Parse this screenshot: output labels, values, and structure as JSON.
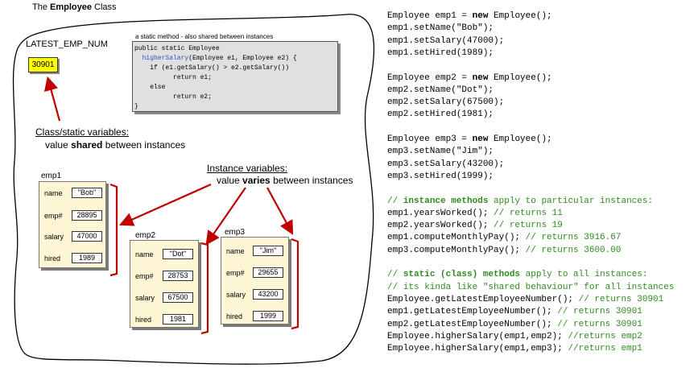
{
  "title": {
    "prefix": "The ",
    "bold": "Employee",
    "suffix": " Class"
  },
  "static_var": {
    "name": "LATEST_EMP_NUM",
    "value": "30901"
  },
  "static_method": {
    "caption": "a static method - also shared between instances",
    "code": [
      {
        "text": "public static Employee",
        "color": "#000000"
      },
      {
        "text": "  higherSalary",
        "rest": "(Employee e1, Employee e2) {",
        "color": "#3050c0"
      },
      {
        "text": "    if (e1.getSalary() > e2.getSalary())",
        "color": "#000000"
      },
      {
        "text": "          return e1;",
        "color": "#000000"
      },
      {
        "text": "    else",
        "color": "#000000"
      },
      {
        "text": "          return e2;",
        "color": "#000000"
      },
      {
        "text": "}",
        "color": "#000000"
      }
    ]
  },
  "class_vars_note": {
    "heading": "Class/static variables:",
    "pre": "value ",
    "bold": "shared",
    "post": " between instances"
  },
  "instance_vars_note": {
    "heading": "Instance variables:",
    "pre": "value ",
    "bold": "varies",
    "post": " between instances"
  },
  "objects": [
    {
      "name": "emp1",
      "fields": [
        {
          "label": "name",
          "value": "\"Bob\""
        },
        {
          "label": "emp#",
          "value": "28895"
        },
        {
          "label": "salary",
          "value": "47000"
        },
        {
          "label": "hired",
          "value": "1989"
        }
      ]
    },
    {
      "name": "emp2",
      "fields": [
        {
          "label": "name",
          "value": "\"Dot\""
        },
        {
          "label": "emp#",
          "value": "28753"
        },
        {
          "label": "salary",
          "value": "67500"
        },
        {
          "label": "hired",
          "value": "1981"
        }
      ]
    },
    {
      "name": "emp3",
      "fields": [
        {
          "label": "name",
          "value": "\"Jim\""
        },
        {
          "label": "emp#",
          "value": "29655"
        },
        {
          "label": "salary",
          "value": "43200"
        },
        {
          "label": "hired",
          "value": "1999"
        }
      ]
    }
  ],
  "colors": {
    "static_box": "#ffff00",
    "arrow": "#c00000",
    "object_bg": "#fff6d6",
    "method_box": "#e0e0e0",
    "comment": "#2e8b1e"
  },
  "code_lines": [
    [
      {
        "t": "Employee emp1 = "
      },
      {
        "t": "new",
        "c": "kw"
      },
      {
        "t": " Employee();"
      }
    ],
    [
      {
        "t": "emp1.setName(\"Bob\");"
      }
    ],
    [
      {
        "t": "emp1.setSalary(47000);"
      }
    ],
    [
      {
        "t": "emp1.setHired(1989);"
      }
    ],
    [],
    [
      {
        "t": "Employee emp2 = "
      },
      {
        "t": "new",
        "c": "kw"
      },
      {
        "t": " Employee();"
      }
    ],
    [
      {
        "t": "emp2.setName(\"Dot\");"
      }
    ],
    [
      {
        "t": "emp2.setSalary(67500);"
      }
    ],
    [
      {
        "t": "emp2.setHired(1981);"
      }
    ],
    [],
    [
      {
        "t": "Employee emp3 = "
      },
      {
        "t": "new",
        "c": "kw"
      },
      {
        "t": " Employee();"
      }
    ],
    [
      {
        "t": "emp3.setName(\"Jim\");"
      }
    ],
    [
      {
        "t": "emp3.setSalary(43200);"
      }
    ],
    [
      {
        "t": "emp3.setHired(1999);"
      }
    ],
    [],
    [
      {
        "t": "// ",
        "c": "cm"
      },
      {
        "t": "instance methods",
        "c": "cmb"
      },
      {
        "t": " apply to particular instances:",
        "c": "cm"
      }
    ],
    [
      {
        "t": "emp1.yearsWorked(); "
      },
      {
        "t": "// returns 11",
        "c": "cm"
      }
    ],
    [
      {
        "t": "emp2.yearsWorked(); "
      },
      {
        "t": "// returns 19",
        "c": "cm"
      }
    ],
    [
      {
        "t": "emp1.computeMonthlyPay(); "
      },
      {
        "t": "// returns 3916.67",
        "c": "cm"
      }
    ],
    [
      {
        "t": "emp3.computeMonthlyPay(); "
      },
      {
        "t": "// returns 3600.00",
        "c": "cm"
      }
    ],
    [],
    [
      {
        "t": "// ",
        "c": "cm"
      },
      {
        "t": "static (class) methods",
        "c": "cmb"
      },
      {
        "t": " apply to all instances:",
        "c": "cm"
      }
    ],
    [
      {
        "t": "// its kinda like \"shared behaviour\" for all instances",
        "c": "cm"
      }
    ],
    [
      {
        "t": "Employee.getLatestEmployeeNumber(); "
      },
      {
        "t": "// returns 30901",
        "c": "cm"
      }
    ],
    [
      {
        "t": "emp1.getLatestEmployeeNumber(); "
      },
      {
        "t": "// returns 30901",
        "c": "cm"
      }
    ],
    [
      {
        "t": "emp2.getLatestEmployeeNumber(); "
      },
      {
        "t": "// returns 30901",
        "c": "cm"
      }
    ],
    [
      {
        "t": "Employee.higherSalary(emp1,emp2); "
      },
      {
        "t": "//returns emp2",
        "c": "cm"
      }
    ],
    [
      {
        "t": "Employee.higherSalary(emp1,emp3); "
      },
      {
        "t": "//returns emp1",
        "c": "cm"
      }
    ]
  ]
}
